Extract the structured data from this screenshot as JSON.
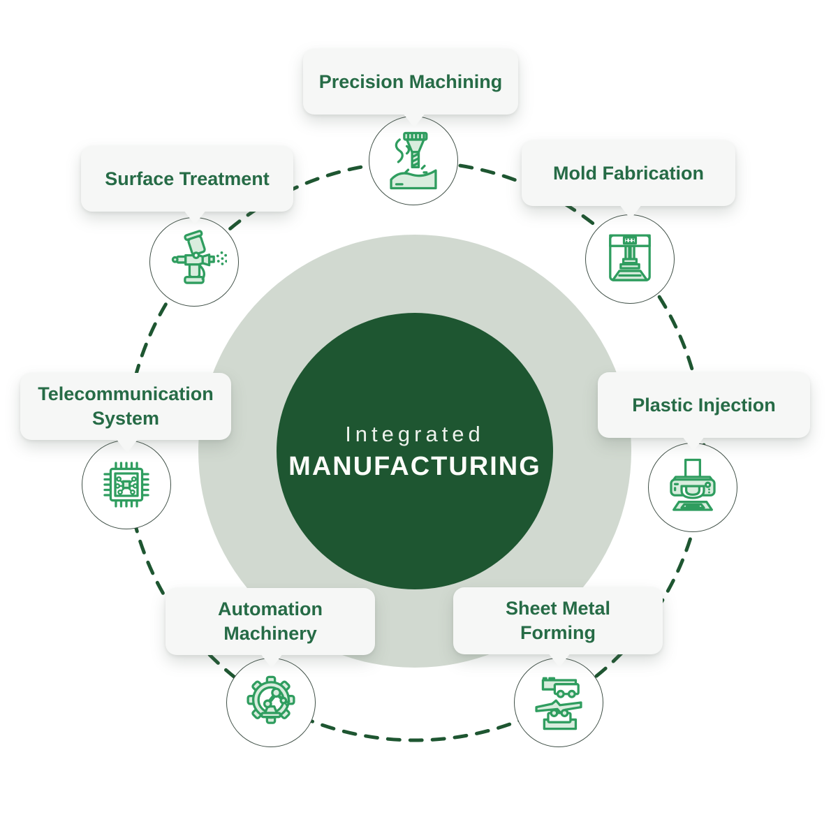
{
  "center": {
    "line1": "Integrated",
    "line2": "MANUFACTURING"
  },
  "nodes": [
    {
      "id": "precision-machining",
      "lines": [
        "Precision Machining"
      ],
      "icon": "milling-tool-icon"
    },
    {
      "id": "mold-fabrication",
      "lines": [
        "Mold Fabrication"
      ],
      "icon": "mold-press-icon"
    },
    {
      "id": "surface-treatment",
      "lines": [
        "Surface Treatment"
      ],
      "icon": "spray-gun-icon"
    },
    {
      "id": "telecommunication-system",
      "lines": [
        "Telecommunication",
        "System"
      ],
      "icon": "circuit-chip-icon"
    },
    {
      "id": "plastic-injection",
      "lines": [
        "Plastic Injection"
      ],
      "icon": "injection-molder-icon"
    },
    {
      "id": "sheet-metal-forming",
      "lines": [
        "Sheet Metal",
        "Forming"
      ],
      "icon": "metal-rolling-icon"
    },
    {
      "id": "automation-machinery",
      "lines": [
        "Automation",
        "Machinery"
      ],
      "icon": "robot-arm-gear-icon"
    }
  ],
  "colors": {
    "dark_green": "#1e5631",
    "light_circle": "#d1d9d0",
    "icon_green": "#2f9d5f",
    "icon_fill": "#d9edde",
    "label_green": "#266b46",
    "card_background": "#f6f7f6",
    "circle_outline": "#3f4f46"
  }
}
